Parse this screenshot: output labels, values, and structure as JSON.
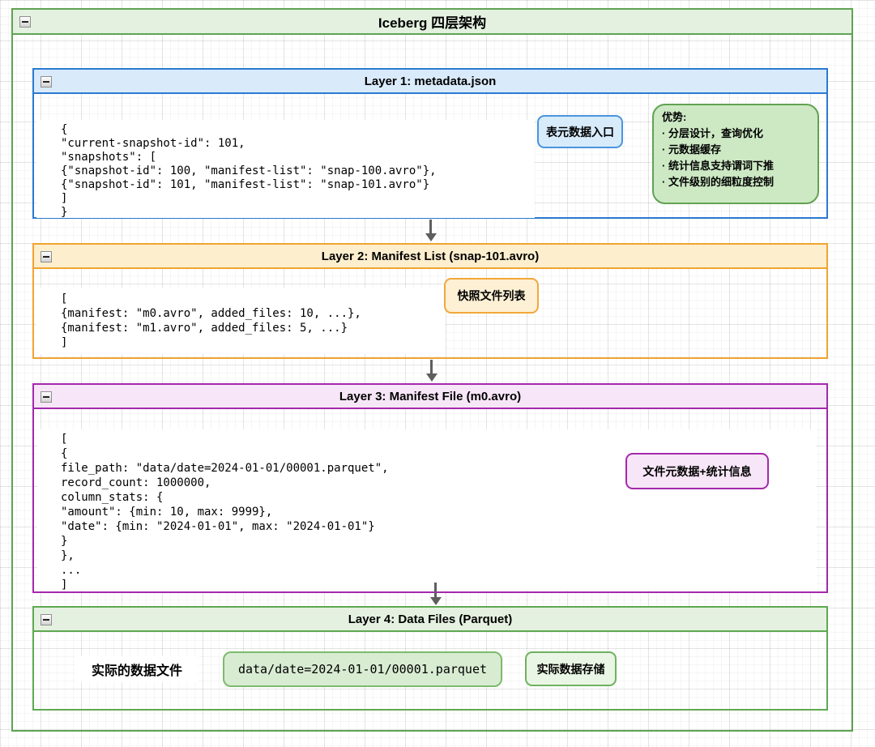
{
  "diagram": {
    "title": "Iceberg 四层架构"
  },
  "layers": [
    {
      "title": "Layer 1: metadata.json",
      "code": "{\n\"current-snapshot-id\": 101,\n\"snapshots\": [\n{\"snapshot-id\": 100, \"manifest-list\": \"snap-100.avro\"},\n{\"snapshot-id\": 101, \"manifest-list\": \"snap-101.avro\"}\n]\n}",
      "callout": "表元数据入口",
      "advantages": "优势:\n· 分层设计，查询优化\n· 元数据缓存\n· 统计信息支持谓词下推\n· 文件级别的细粒度控制",
      "accent": "#2a7ad1"
    },
    {
      "title": "Layer 2: Manifest List (snap-101.avro)",
      "code": "[\n{manifest: \"m0.avro\", added_files: 10, ...},\n{manifest: \"m1.avro\", added_files: 5, ...}\n]",
      "callout": "快照文件列表",
      "accent": "#f0a432"
    },
    {
      "title": "Layer 3: Manifest File (m0.avro)",
      "code": "[\n{\nfile_path: \"data/date=2024-01-01/00001.parquet\",\nrecord_count: 1000000,\ncolumn_stats: {\n\"amount\": {min: 10, max: 9999},\n\"date\": {min: \"2024-01-01\", max: \"2024-01-01\"}\n}\n},\n...\n]",
      "callout": "文件元数据+统计信息",
      "accent": "#a428ad"
    },
    {
      "title": "Layer 4: Data Files (Parquet)",
      "label": "实际的数据文件",
      "file_box": "data/date=2024-01-01/00001.parquet",
      "callout": "实际数据存储",
      "accent": "#5fa852"
    }
  ],
  "colors": {
    "outer_border": "#5fa352",
    "outer_header_fill": "#e4f1e0",
    "layer1_header_fill": "#d9eafb",
    "layer2_header_fill": "#fdeecd",
    "layer3_header_fill": "#f7e6f7",
    "layer4_header_fill": "#e4f1e0",
    "arrow": "#5e5e5e",
    "advantages_fill": "#cde9c4",
    "advantages_border": "#61a252",
    "file_box_fill": "#d8ecd2",
    "file_box_border": "#7cbb6d"
  }
}
